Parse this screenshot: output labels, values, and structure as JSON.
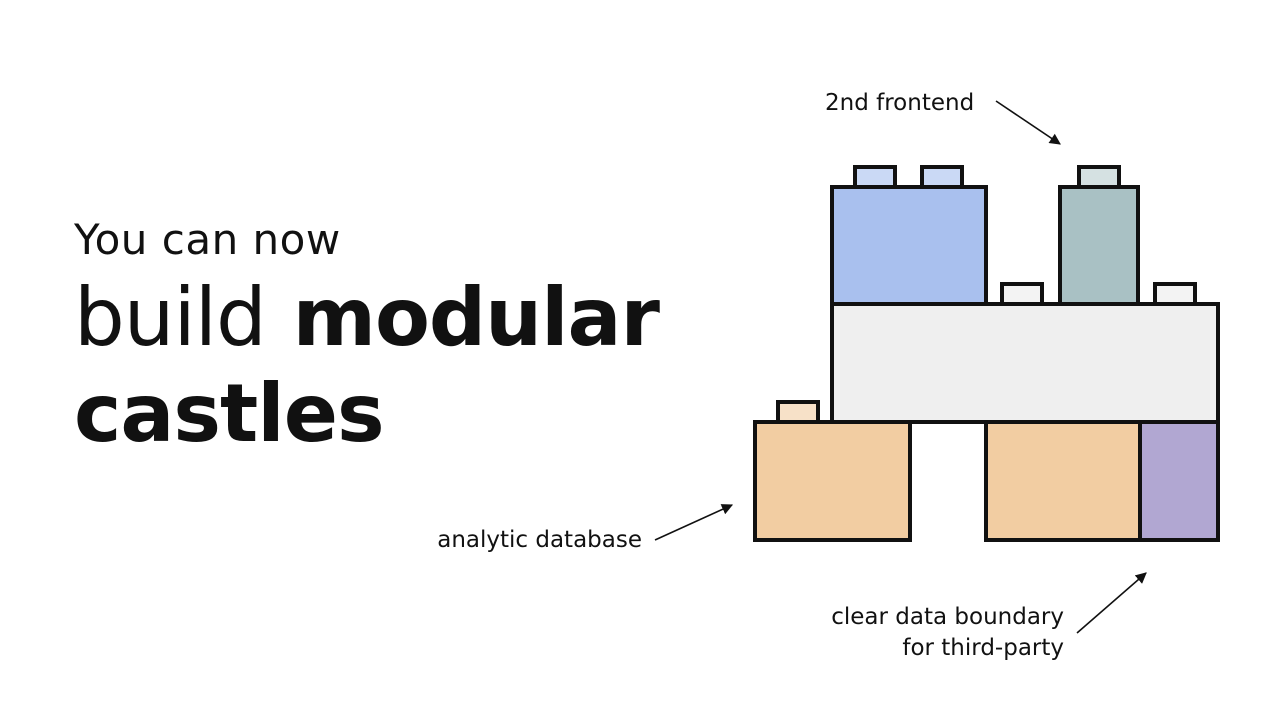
{
  "headline": {
    "line1": "You can now",
    "line2_regular": "build",
    "line2_bold": "modular",
    "line3": "castles"
  },
  "annotations": {
    "frontend": "2nd frontend",
    "analytic": "analytic database",
    "boundary_line1": "clear data boundary",
    "boundary_line2": "for third-party"
  },
  "colors": {
    "blue_block": "#a9c0ee",
    "blue_stud": "#cad9f5",
    "teal_block": "#a9c1c4",
    "teal_stud": "#d5e1e2",
    "gray_block": "#efefef",
    "gray_stud": "#f3f3f3",
    "orange_block": "#f2cda2",
    "orange_stud": "#f7e1c8",
    "purple_block": "#b1a7d2",
    "outline": "#111111"
  }
}
